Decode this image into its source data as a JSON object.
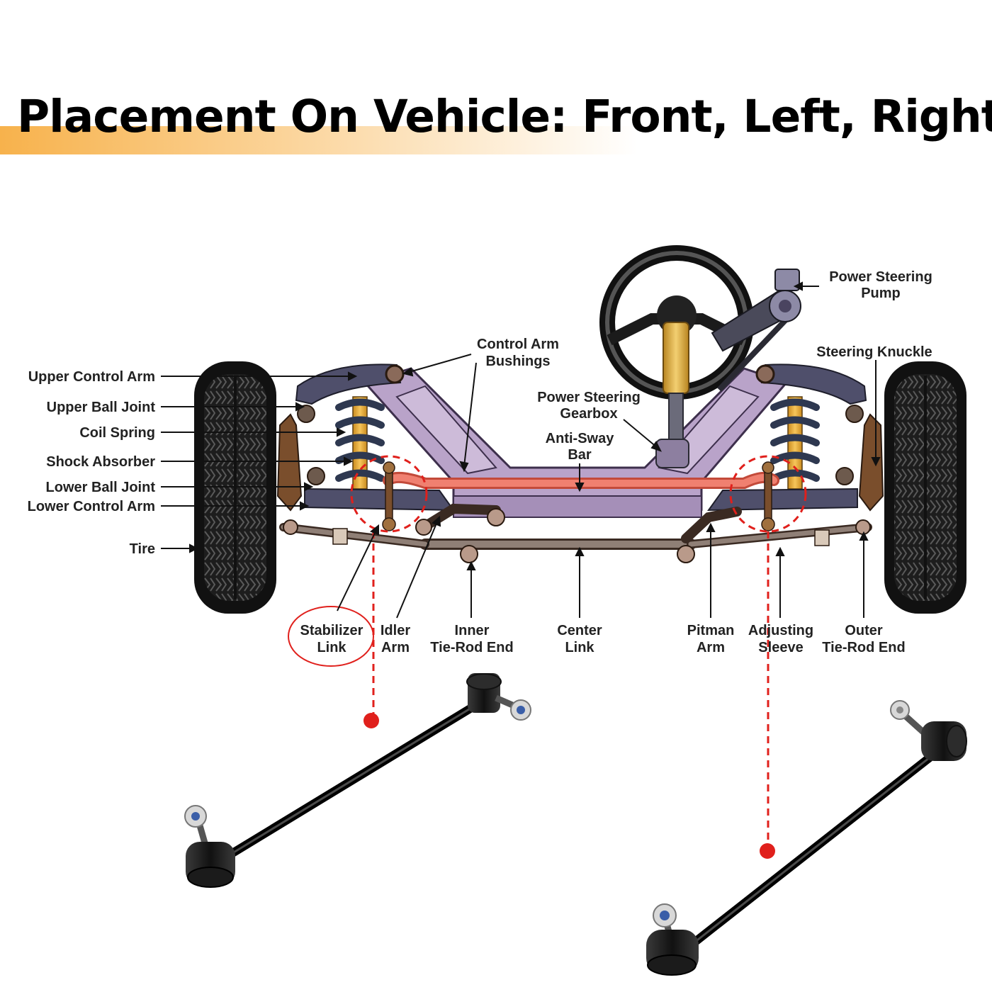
{
  "title": "Placement On Vehicle: Front, Left, Right",
  "colors": {
    "title_band": "#f7b24c",
    "frame": "#b9a3c9",
    "anti_sway_bar": "#f08070",
    "highlight": "#e0201c",
    "label_text": "#222222"
  },
  "labels": {
    "upper_control_arm": "Upper Control Arm",
    "upper_ball_joint": "Upper Ball Joint",
    "coil_spring": "Coil Spring",
    "shock_absorber": "Shock Absorber",
    "lower_ball_joint": "Lower Ball Joint",
    "lower_control_arm": "Lower Control Arm",
    "tire": "Tire",
    "control_arm_bushings": [
      "Control Arm",
      "Bushings"
    ],
    "power_steering_gearbox": [
      "Power Steering",
      "Gearbox"
    ],
    "anti_sway_bar": [
      "Anti-Sway",
      "Bar"
    ],
    "power_steering_pump": [
      "Power Steering",
      "Pump"
    ],
    "steering_knuckle": "Steering Knuckle",
    "stabilizer_link": [
      "Stabilizer",
      "Link"
    ],
    "idler_arm": [
      "Idler",
      "Arm"
    ],
    "inner_tie_rod_end": [
      "Inner",
      "Tie-Rod End"
    ],
    "center_link": [
      "Center",
      "Link"
    ],
    "pitman_arm": [
      "Pitman",
      "Arm"
    ],
    "adjusting_sleeve": [
      "Adjusting",
      "Sleeve"
    ],
    "outer_tie_rod_end": [
      "Outer",
      "Tie-Rod End"
    ]
  }
}
